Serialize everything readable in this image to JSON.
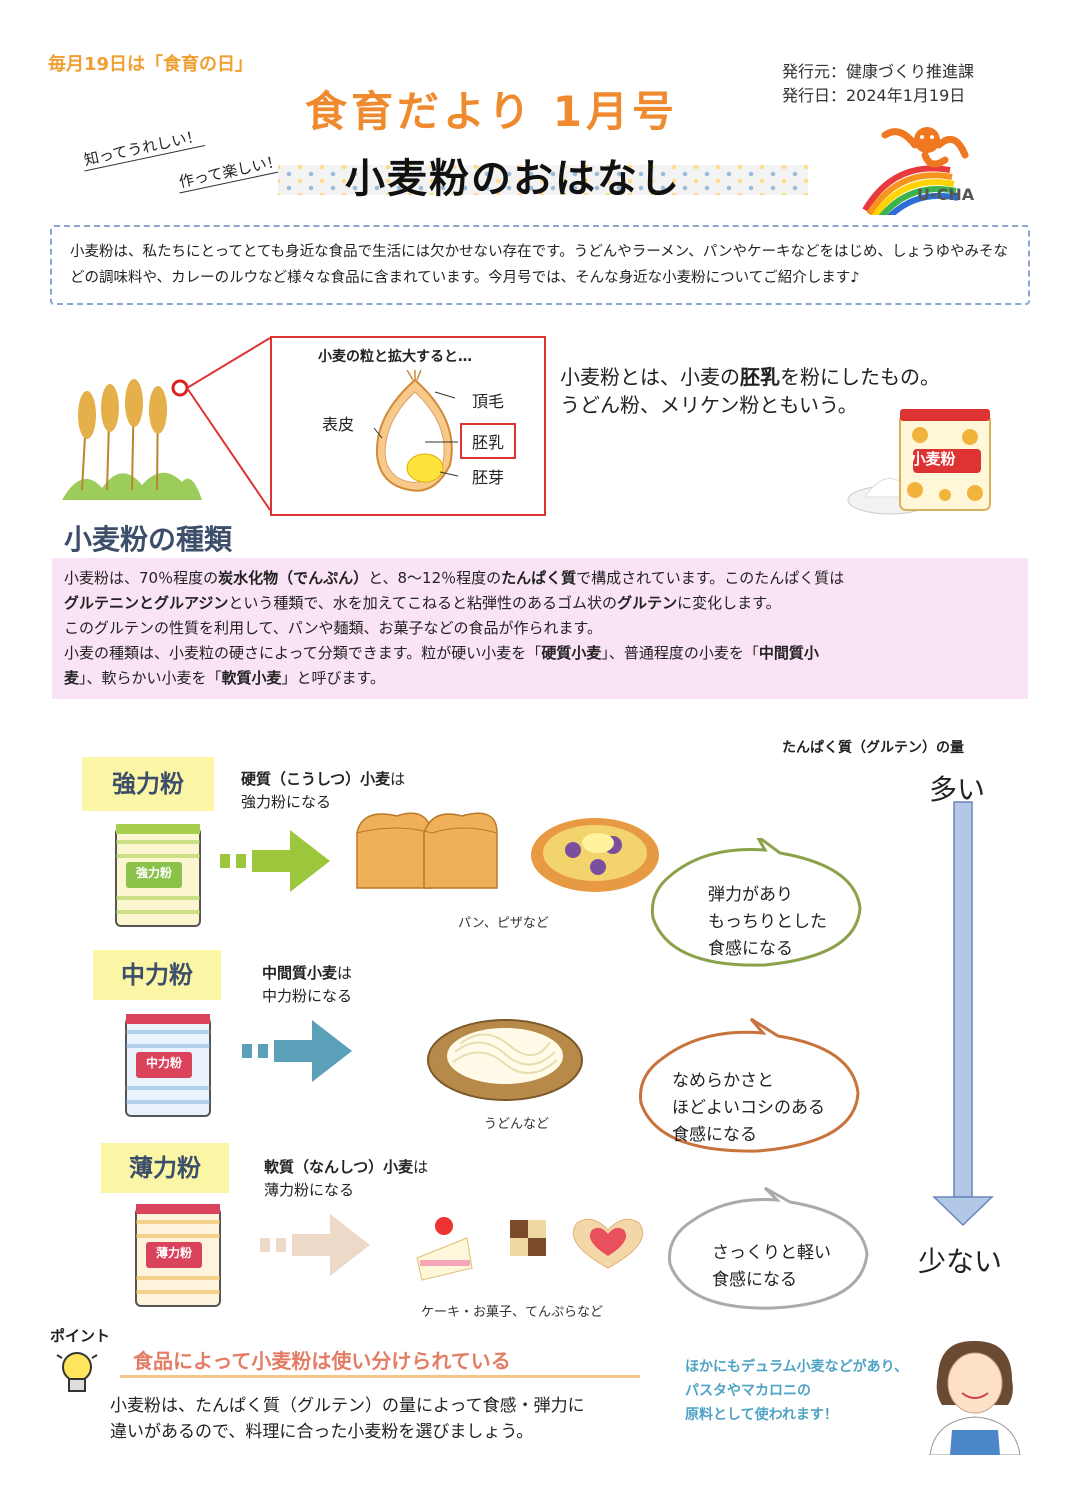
{
  "header": {
    "kicker": "毎月19日は「食育の日」",
    "title": "食育だより 1月号",
    "publisher": "発行元：健康づくり推進課",
    "issue_date": "発行日：2024年1月19日",
    "hand_line1": "知ってうれしい！",
    "hand_line2": "作って楽しい！",
    "subtitle": "小麦粉のおはなし",
    "logo_text": "U-CHA"
  },
  "intro": {
    "text": "小麦粉は、私たちにとってとても身近な食品で生活には欠かせない存在です。うどんやラーメン、パンやケーキなどをはじめ、しょうゆやみそなどの調味料や、カレーのルウなど様々な食品に含まれています。今月号では、そんな身近な小麦粉についてご紹介します♪"
  },
  "grain": {
    "title": "小麦の粒と拡大すると…",
    "labels": {
      "hair": "頂毛",
      "skin": "表皮",
      "endosperm": "胚乳",
      "germ": "胚芽"
    },
    "bag_label": "小麦粉"
  },
  "definition": {
    "line1_pre": "小麦粉とは、小麦の",
    "line1_bold": "胚乳",
    "line1_post": "を粉にしたもの。",
    "line2": "うどん粉、メリケン粉ともいう。"
  },
  "types": {
    "heading": "小麦粉の種類",
    "p1_a": "小麦粉は、70％程度の",
    "p1_b": "炭水化物（でんぷん）",
    "p1_c": "と、8～12％程度の",
    "p1_d": "たんぱく質",
    "p1_e": "で構成されています。このたんぱく質は",
    "p2_a": "グルテニンとグルアジン",
    "p2_b": "という種類で、水を加えてこねると粘弾性のあるゴム状の",
    "p2_c": "グルテン",
    "p2_d": "に変化します。",
    "p3": "このグルテンの性質を利用して、パンや麺類、お菓子などの食品が作られます。",
    "p4_a": "小麦の種類は、小麦粒の硬さによって分類できます。粒が硬い小麦を「",
    "p4_b": "硬質小麦",
    "p4_c": "」、普通程度の小麦を「",
    "p4_d": "中間質小",
    "p5_a": "麦",
    "p5_b": "」、軟らかい小麦を「",
    "p5_c": "軟質小麦",
    "p5_d": "」と呼びます。"
  },
  "flours": [
    {
      "label": "強力粉",
      "bag": "強力粉",
      "wheat_bold": "硬質（こうしつ）小麦",
      "wheat_rest": "は",
      "becomes": "強力粉になる",
      "foods": "パン、ピザなど",
      "texture": [
        "弾力があり",
        "もっちりとした",
        "食感になる"
      ]
    },
    {
      "label": "中力粉",
      "bag": "中力粉",
      "wheat_bold": "中間質小麦",
      "wheat_rest": "は",
      "becomes": "中力粉になる",
      "foods": "うどんなど",
      "texture": [
        "なめらかさと",
        "ほどよいコシのある",
        "食感になる"
      ]
    },
    {
      "label": "薄力粉",
      "bag": "薄力粉",
      "wheat_bold": "軟質（なんしつ）小麦",
      "wheat_rest": "は",
      "becomes": "薄力粉になる",
      "foods": "ケーキ・お菓子、てんぷらなど",
      "texture": [
        "さっくりと軽い",
        "食感になる"
      ]
    }
  ],
  "scale": {
    "label": "たんぱく質（グルテン）の量",
    "high": "多い",
    "low": "少ない"
  },
  "point": {
    "tag": "ポイント",
    "heading": "食品によって小麦粉は使い分けられている",
    "body_line1": "小麦粉は、たんぱく質（グルテン）の量によって食感・弾力に",
    "body_line2": "違いがあるので、料理に合った小麦粉を選びましょう。"
  },
  "note": {
    "line1": "ほかにもデュラム小麦などがあり、",
    "line2": "パスタやマカロニの",
    "line3": "原料として使われます！"
  }
}
